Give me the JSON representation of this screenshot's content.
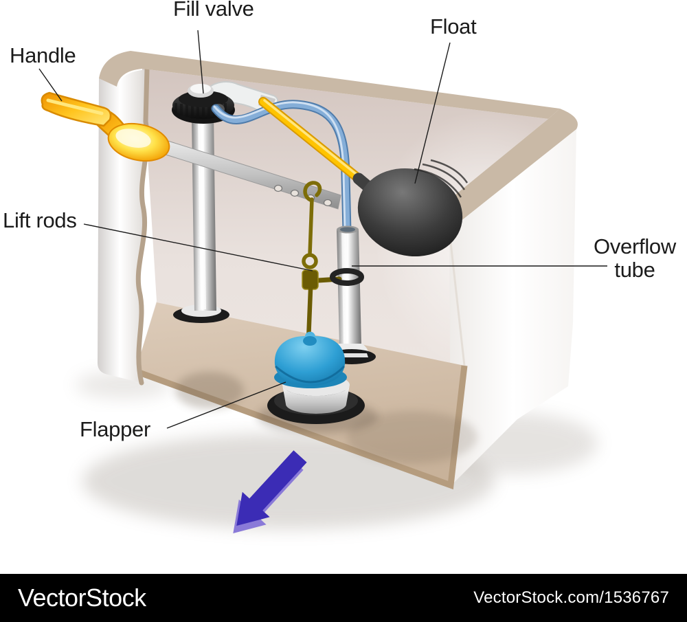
{
  "diagram": {
    "labels": {
      "fill_valve": "Fill valve",
      "float": "Float",
      "handle": "Handle",
      "lift_rods": "Lift rods",
      "overflow_tube": "Overflow tube",
      "flapper": "Flapper"
    }
  },
  "watermark": {
    "brand": "VectorStock",
    "image_ref": "VectorStock.com/1536767"
  },
  "colors": {
    "flapper_blue": "#2e9fd4",
    "handle_yellow": "#ffc41e",
    "float_arm_yellow": "#ffc400",
    "refill_tube_blue": "#85aed8",
    "lift_rod_olive": "#7d6d08",
    "arrow_indigo": "#3b2cb5",
    "float_black": "#2b2b2b",
    "tank_rim_tan": "#c9b9a6",
    "floor_tan": "#d0bca6",
    "watermark_bar": "#000000"
  }
}
